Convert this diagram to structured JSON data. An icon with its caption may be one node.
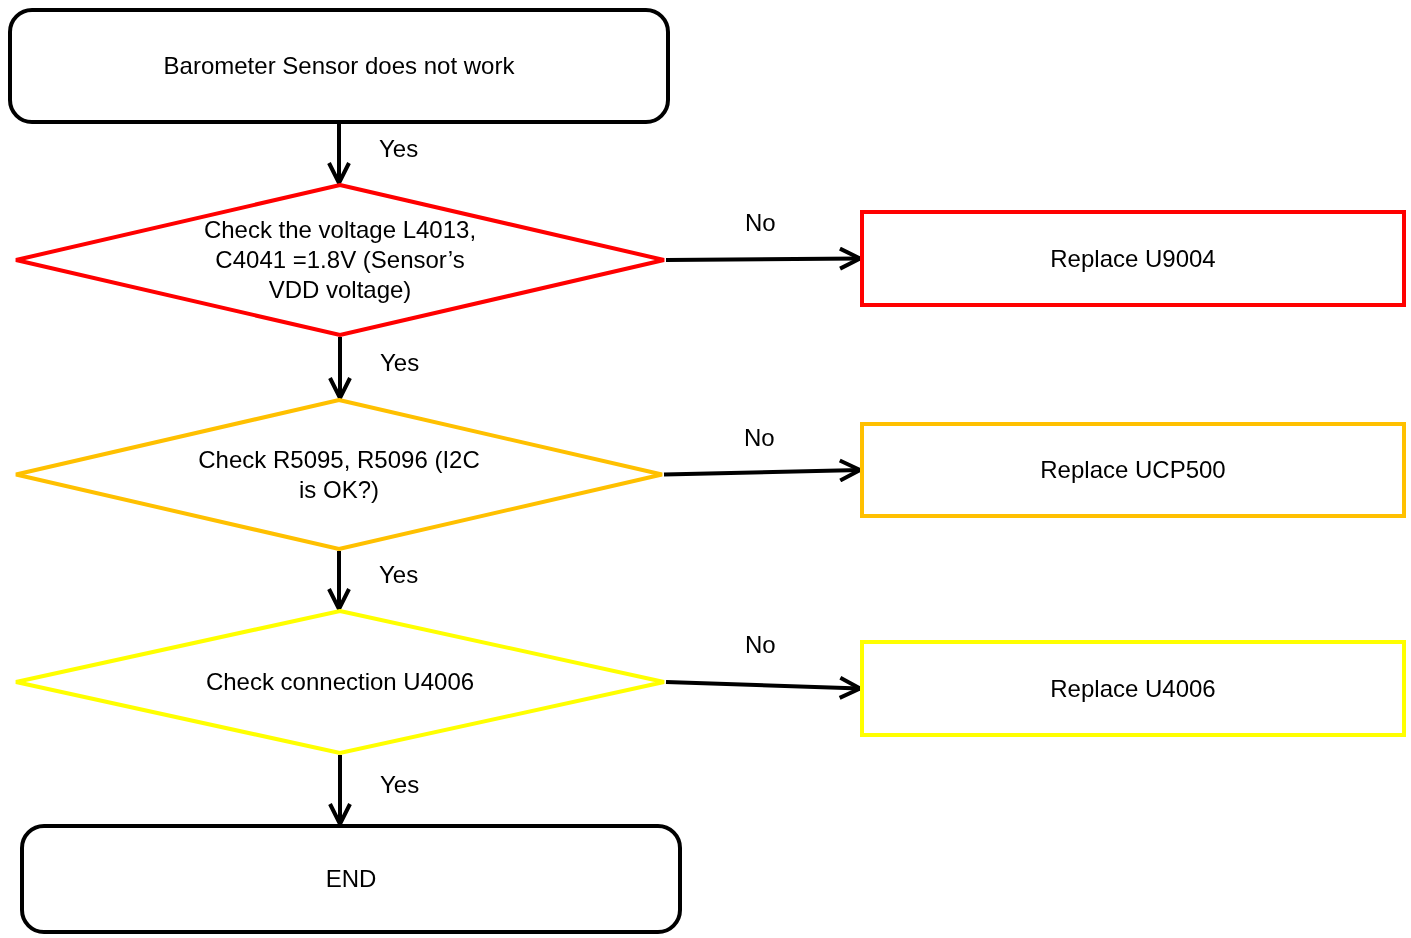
{
  "diagram": {
    "nodes": [
      {
        "text": [
          "Barometer Sensor does not work"
        ]
      },
      {
        "text": [
          "Check the voltage L4013, C4041 =1.8V (Sensor’s VDD voltage)"
        ]
      },
      {
        "text": [
          "Replace U9004"
        ]
      },
      {
        "text": [
          "Check R5095, R5096 (I2C is OK?)"
        ]
      },
      {
        "text": [
          "Replace UCP500"
        ]
      },
      {
        "text": [
          "Check connection U4006"
        ]
      },
      {
        "text": [
          "Replace U4006"
        ]
      },
      {
        "text": [
          "END"
        ]
      }
    ],
    "edges": [
      {
        "from": 0,
        "to": 1,
        "arrow": "to",
        "label": "Yes"
      },
      {
        "from": 1,
        "to": 2,
        "arrow": "to",
        "label": "No"
      },
      {
        "from": 1,
        "to": 3,
        "arrow": "to",
        "label": "Yes"
      },
      {
        "from": 3,
        "to": 4,
        "arrow": "to",
        "label": "No"
      },
      {
        "from": 3,
        "to": 5,
        "arrow": "to",
        "label": "Yes"
      },
      {
        "from": 5,
        "to": 6,
        "arrow": "to",
        "label": "No"
      },
      {
        "from": 5,
        "to": 7,
        "arrow": "to",
        "label": "Yes"
      }
    ]
  }
}
